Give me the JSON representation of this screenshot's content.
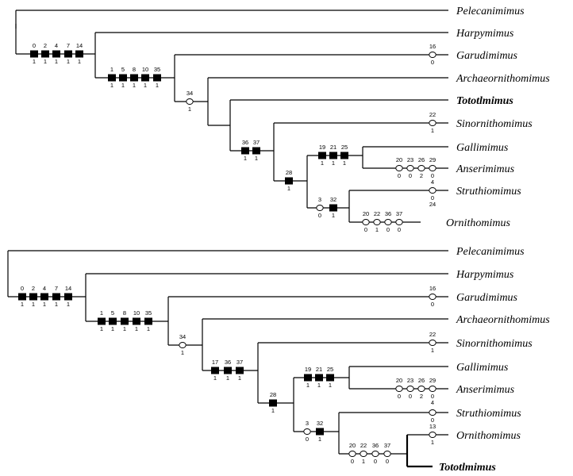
{
  "trees": [
    {
      "taxa": [
        {
          "name": "Pelecanimimus"
        },
        {
          "name": "Harpymimus"
        },
        {
          "name": "Garudimimus"
        },
        {
          "name": "Archaeornithomimus"
        },
        {
          "name": "Tototlmimus",
          "bold": true
        },
        {
          "name": "Sinornithomimus"
        },
        {
          "name": "Gallimimus"
        },
        {
          "name": "Anserimimus"
        },
        {
          "name": "Struthiomimus"
        },
        {
          "name": "Ornithomimus"
        }
      ],
      "characters": [
        {
          "node": "A",
          "chars": [
            [
              "0",
              "1",
              "f"
            ],
            [
              "2",
              "1",
              "f"
            ],
            [
              "4",
              "1",
              "f"
            ],
            [
              "7",
              "1",
              "f"
            ],
            [
              "14",
              "1",
              "f"
            ]
          ]
        },
        {
          "node": "B",
          "chars": [
            [
              "1",
              "1",
              "f"
            ],
            [
              "5",
              "1",
              "f"
            ],
            [
              "8",
              "1",
              "f"
            ],
            [
              "10",
              "1",
              "f"
            ],
            [
              "35",
              "1",
              "f"
            ]
          ]
        },
        {
          "node": "C",
          "chars": [
            [
              "34",
              "1",
              "o"
            ]
          ]
        },
        {
          "node": "E",
          "chars": [
            [
              "36",
              "1",
              "f"
            ],
            [
              "37",
              "1",
              "f"
            ]
          ]
        },
        {
          "node": "F",
          "chars": [
            [
              "28",
              "1",
              "f"
            ]
          ]
        },
        {
          "node": "G",
          "chars": [
            [
              "19",
              "1",
              "f"
            ],
            [
              "21",
              "1",
              "f"
            ],
            [
              "25",
              "1",
              "f"
            ]
          ]
        },
        {
          "node": "H",
          "chars": [
            [
              "3",
              "0",
              "o"
            ],
            [
              "32",
              "1",
              "f"
            ]
          ]
        },
        {
          "node": "Garudimimus",
          "chars": [
            [
              "16",
              "0",
              "o"
            ]
          ]
        },
        {
          "node": "Sinornithomimus",
          "chars": [
            [
              "22",
              "1",
              "o"
            ]
          ]
        },
        {
          "node": "Anserimimus",
          "chars": [
            [
              "20",
              "0",
              "o"
            ],
            [
              "23",
              "0",
              "o"
            ],
            [
              "26",
              "2",
              "o"
            ],
            [
              "29",
              "0",
              "o"
            ]
          ],
          "extra": "4"
        },
        {
          "node": "Struthiomimus",
          "chars": [
            [
              "",
              "0",
              "o"
            ]
          ],
          "extra": "24"
        },
        {
          "node": "Ornithomimus",
          "chars": [
            [
              "20",
              "0",
              "o"
            ],
            [
              "22",
              "1",
              "o"
            ],
            [
              "36",
              "0",
              "o"
            ],
            [
              "37",
              "0",
              "o"
            ]
          ]
        }
      ]
    },
    {
      "taxa": [
        {
          "name": "Pelecanimimus"
        },
        {
          "name": "Harpymimus"
        },
        {
          "name": "Garudimimus"
        },
        {
          "name": "Archaeornithomimus"
        },
        {
          "name": "Sinornithomimus"
        },
        {
          "name": "Gallimimus"
        },
        {
          "name": "Anserimimus"
        },
        {
          "name": "Struthiomimus"
        },
        {
          "name": "Ornithomimus"
        },
        {
          "name": "Tototlmimus",
          "bold": true
        }
      ],
      "characters": [
        {
          "node": "A",
          "chars": [
            [
              "0",
              "1",
              "f"
            ],
            [
              "2",
              "1",
              "f"
            ],
            [
              "4",
              "1",
              "f"
            ],
            [
              "7",
              "1",
              "f"
            ],
            [
              "14",
              "1",
              "f"
            ]
          ]
        },
        {
          "node": "B",
          "chars": [
            [
              "1",
              "1",
              "f"
            ],
            [
              "5",
              "1",
              "f"
            ],
            [
              "8",
              "1",
              "f"
            ],
            [
              "10",
              "1",
              "f"
            ],
            [
              "35",
              "1",
              "f"
            ]
          ]
        },
        {
          "node": "C",
          "chars": [
            [
              "34",
              "1",
              "o"
            ]
          ]
        },
        {
          "node": "E",
          "chars": [
            [
              "17",
              "1",
              "f"
            ],
            [
              "36",
              "1",
              "f"
            ],
            [
              "37",
              "1",
              "f"
            ]
          ]
        },
        {
          "node": "F",
          "chars": [
            [
              "28",
              "1",
              "f"
            ]
          ]
        },
        {
          "node": "G",
          "chars": [
            [
              "19",
              "1",
              "f"
            ],
            [
              "21",
              "1",
              "f"
            ],
            [
              "25",
              "1",
              "f"
            ]
          ]
        },
        {
          "node": "H",
          "chars": [
            [
              "3",
              "0",
              "o"
            ],
            [
              "32",
              "1",
              "f"
            ]
          ]
        },
        {
          "node": "Garudimimus",
          "chars": [
            [
              "16",
              "0",
              "o"
            ]
          ]
        },
        {
          "node": "Sinornithomimus",
          "chars": [
            [
              "22",
              "1",
              "o"
            ]
          ]
        },
        {
          "node": "Anserimimus",
          "chars": [
            [
              "20",
              "0",
              "o"
            ],
            [
              "23",
              "0",
              "o"
            ],
            [
              "26",
              "2",
              "o"
            ],
            [
              "29",
              "0",
              "o"
            ]
          ],
          "extra": "4"
        },
        {
          "node": "Struthiomimus",
          "chars": [
            [
              "",
              "0",
              "o"
            ]
          ]
        },
        {
          "node": "I",
          "chars": [
            [
              "20",
              "0",
              "o"
            ],
            [
              "22",
              "1",
              "o"
            ],
            [
              "36",
              "0",
              "o"
            ],
            [
              "37",
              "0",
              "o"
            ]
          ]
        },
        {
          "node": "Ornithomimus",
          "chars": [
            [
              "13",
              "1",
              "o"
            ]
          ]
        }
      ]
    }
  ]
}
